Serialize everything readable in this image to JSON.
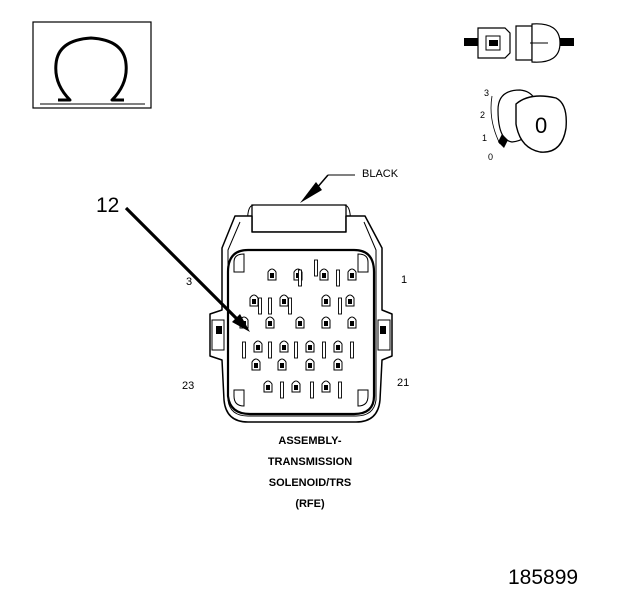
{
  "diagram": {
    "wire_color_label": "BLACK",
    "callout_number": "12",
    "pin_labels": {
      "top_left": "3",
      "top_right": "1",
      "bottom_left": "23",
      "bottom_right": "21"
    },
    "caption_lines": [
      "ASSEMBLY-",
      "TRANSMISSION",
      "SOLENOID/TRS",
      "(RFE)"
    ],
    "figure_number": "185899",
    "key_positions": [
      "3",
      "2",
      "1",
      "0"
    ],
    "key_face_label": "0",
    "meter_symbol": "Ω"
  }
}
